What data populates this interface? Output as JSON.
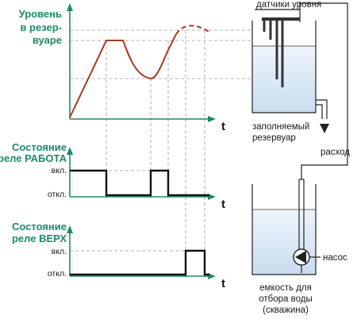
{
  "level_chart": {
    "title_line1": "Уровень",
    "title_line2": "в резер-",
    "title_line3": "вуаре",
    "axis_t": "t"
  },
  "relay_work": {
    "title_line1": "Состояние",
    "title_line2": "реле РАБОТА",
    "on_label": "вкл.",
    "off_label": "откл.",
    "axis_t": "t"
  },
  "relay_top": {
    "title_line1": "Состояние",
    "title_line2": "реле ВЕРХ",
    "on_label": "вкл.",
    "off_label": "откл.",
    "axis_t": "t"
  },
  "right_panel": {
    "sensors_label": "датчики уровня",
    "tank_label_line1": "заполняемый",
    "tank_label_line2": "резервуар",
    "outflow_label": "расход",
    "pump_label": "насос",
    "well_label_line1": "емкость для",
    "well_label_line2": "отбора воды",
    "well_label_line3": "(скважина)"
  },
  "colors": {
    "accent": "#1e8a68",
    "level_curve": "#a73a22",
    "water_fill": "#dce8f5",
    "relay_line": "#111111",
    "guide": "#9a9a9a"
  }
}
